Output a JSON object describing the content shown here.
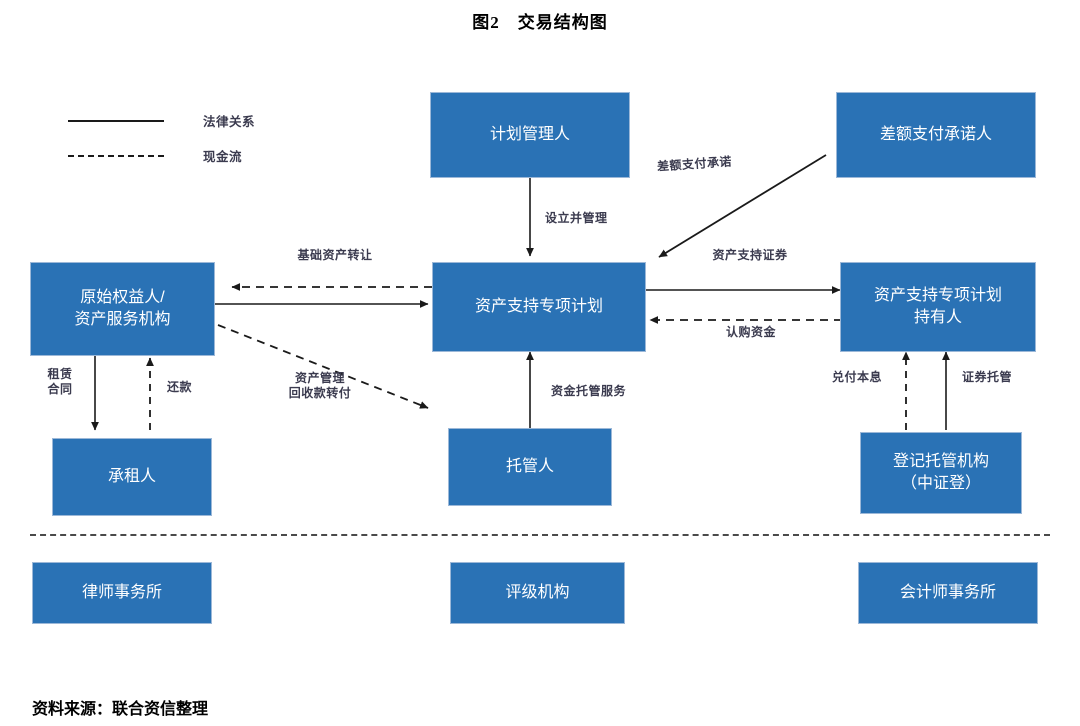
{
  "figure": {
    "title": "图2　交易结构图",
    "source_note": "资料来源：联合资信整理"
  },
  "legend": {
    "items": [
      {
        "style": "solid",
        "label": "法律关系"
      },
      {
        "style": "dashed",
        "label": "现金流"
      }
    ]
  },
  "nodes": {
    "plan_manager": "计划管理人",
    "difference_payment_promisor": "差额支付承诺人",
    "originator_servicer": "原始权益人/\n资产服务机构",
    "abs_special_plan": "资产支持专项计划",
    "abs_plan_holder": "资产支持专项计划\n持有人",
    "lessee": "承租人",
    "custodian": "托管人",
    "registration_custody_institution": "登记托管机构\n（中证登）",
    "law_firm": "律师事务所",
    "rating_agency": "评级机构",
    "accounting_firm": "会计师事务所"
  },
  "edge_labels": {
    "underlying_asset_transfer": "基础资产转让",
    "establish_and_manage": "设立并管理",
    "difference_payment_commitment": "差额支付承诺",
    "asset_backed_securities": "资产支持证券",
    "subscription_funds": "认购资金",
    "lease_contract": "租赁\n合同",
    "repayment": "还款",
    "asset_management_recovery_transfer": "资产管理\n回收款转付",
    "fund_custody_service": "资金托管服务",
    "principal_interest_payment": "兑付本息",
    "securities_custody": "证券托管"
  },
  "colors": {
    "node_fill": "#2a72b5",
    "node_border": "#9cb8d8",
    "node_text": "#ffffff",
    "edge_line": "#1a1a1a",
    "edge_label_text": "#3b3b4f",
    "background": "#ffffff"
  }
}
